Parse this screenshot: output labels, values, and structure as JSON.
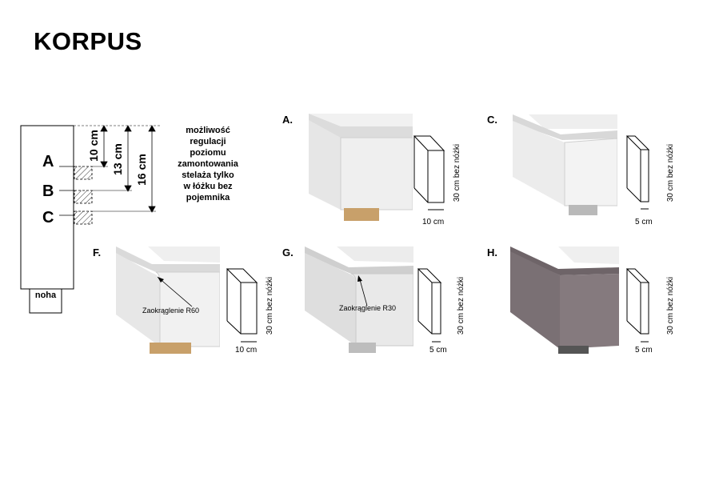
{
  "title": "KORPUS",
  "diagram": {
    "levels": [
      "A",
      "B",
      "C"
    ],
    "measurements": [
      "10 cm",
      "13 cm",
      "16 cm"
    ],
    "note": [
      "możliwość",
      "regulacji",
      "poziomu",
      "zamontowania",
      "stelaża tylko",
      "w łóżku bez",
      "pojemnika"
    ],
    "leg_label": "noha"
  },
  "variants": [
    {
      "letter": "A.",
      "height": "30 cm bez nóżki",
      "width": "10 cm"
    },
    {
      "letter": "C.",
      "height": "30 cm bez nóżki",
      "width": "5 cm"
    },
    {
      "letter": "F.",
      "height": "30 cm bez nóżki",
      "width": "10 cm",
      "callout": "Zaokrąglenie R60"
    },
    {
      "letter": "G.",
      "height": "30 cm bez nóżki",
      "width": "5 cm",
      "callout": "Zaokrąglenie R30"
    },
    {
      "letter": "H.",
      "height": "30 cm bez nóżki",
      "width": "5 cm"
    }
  ]
}
